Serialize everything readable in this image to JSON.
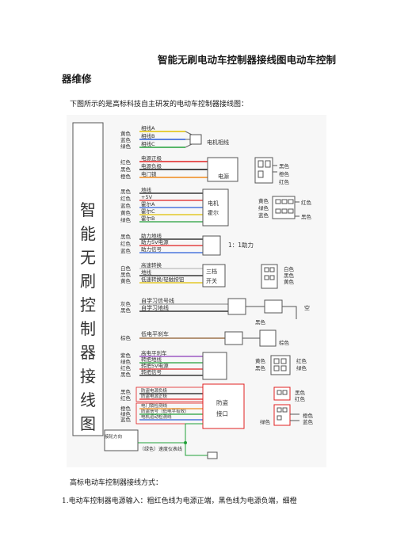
{
  "page": {
    "title_line1": "智能无刷电动车控制器接线图电动车控制",
    "title_line2": "器维修",
    "intro": "下图所示的是高标科技自主研发的电动车控制器接线图：",
    "section_heading": "高标电动车控制器接线方式：",
    "paragraph1": "1.电动车控制器电源输入：粗红色线为电源正端，黑色线为电源负端，细橙"
  },
  "diagram": {
    "controller_chars": [
      "智",
      "能",
      "无",
      "刷",
      "控",
      "制",
      "器",
      "接",
      "线",
      "图"
    ],
    "groups": {
      "motor_phase": {
        "colors": [
          "黄色",
          "蓝色",
          "绿色"
        ],
        "wires": [
          "相线A",
          "相线B",
          "相线C"
        ],
        "target": "电机相线"
      },
      "power": {
        "colors": [
          "红色",
          "黑色",
          "橙色"
        ],
        "wires": [
          "电源正极",
          "电源负极",
          "电门锁"
        ],
        "box": "电源",
        "plug_labels": [
          "黑色",
          "橙色",
          "红色"
        ]
      },
      "hall": {
        "colors": [
          "黑色",
          "红色",
          "蓝色",
          "黄色",
          "绿色"
        ],
        "wires": [
          "地线",
          "+5V",
          "霍尔A",
          "霍尔C",
          "霍尔B"
        ],
        "box_line1": "电机",
        "box_line2": "霍尔",
        "plug_left": [
          "黄色",
          "绿色",
          "蓝色"
        ],
        "plug_right": [
          "红色",
          "黑色"
        ]
      },
      "assist": {
        "colors": [
          "黑色",
          "红色",
          "蓝色"
        ],
        "wires": [
          "助力地线",
          "助力5V电源",
          "助力信号"
        ],
        "label": "1：1助力"
      },
      "three_speed": {
        "colors": [
          "白色",
          "黑色",
          "黄色"
        ],
        "wires": [
          "高速转换",
          "地线",
          "低速转换/轻触按钮"
        ],
        "box_line1": "三档",
        "box_line2": "开关",
        "plug_labels": [
          "白色",
          "黑色",
          "黄色"
        ]
      },
      "self_learn": {
        "colors": [
          "灰色",
          "黑色"
        ],
        "wires": [
          "自学习信号线",
          "自学习地线"
        ],
        "right_label": "空",
        "bottom_label": "黑色"
      },
      "brake_low": {
        "colors": [
          "棕色"
        ],
        "wires": [
          "低电平刹车"
        ],
        "plug_label": "棕色"
      },
      "throttle": {
        "colors": [
          "紫色",
          "绿色",
          "红色",
          "黑色"
        ],
        "wires": [
          "高电平刹车",
          "转把地线",
          "转把5V电源",
          "转把信号"
        ],
        "plug_left": [
          "黄色",
          "黑色"
        ],
        "plug_right": [
          "红色",
          "绿色"
        ]
      },
      "anti_theft": {
        "colors": [
          "黑色",
          "红色",
          "橙色",
          "绿色",
          "蓝色"
        ],
        "wires": [
          "防盗电源负极",
          "防盗电源正极",
          "电门锁检测线",
          "防盗信号（低电平有效）",
          "电机运动检测线"
        ],
        "box_line1": "防盗",
        "box_line2": "接口",
        "plug_top": [
          "黑色",
          "红色"
        ],
        "plug_bottom": [
          "橙色",
          "蓝色"
        ],
        "left_label": "绿色"
      },
      "speedometer": {
        "wheel_label": "接轮方向",
        "wire": "（绿色）速度仪表线"
      }
    }
  }
}
